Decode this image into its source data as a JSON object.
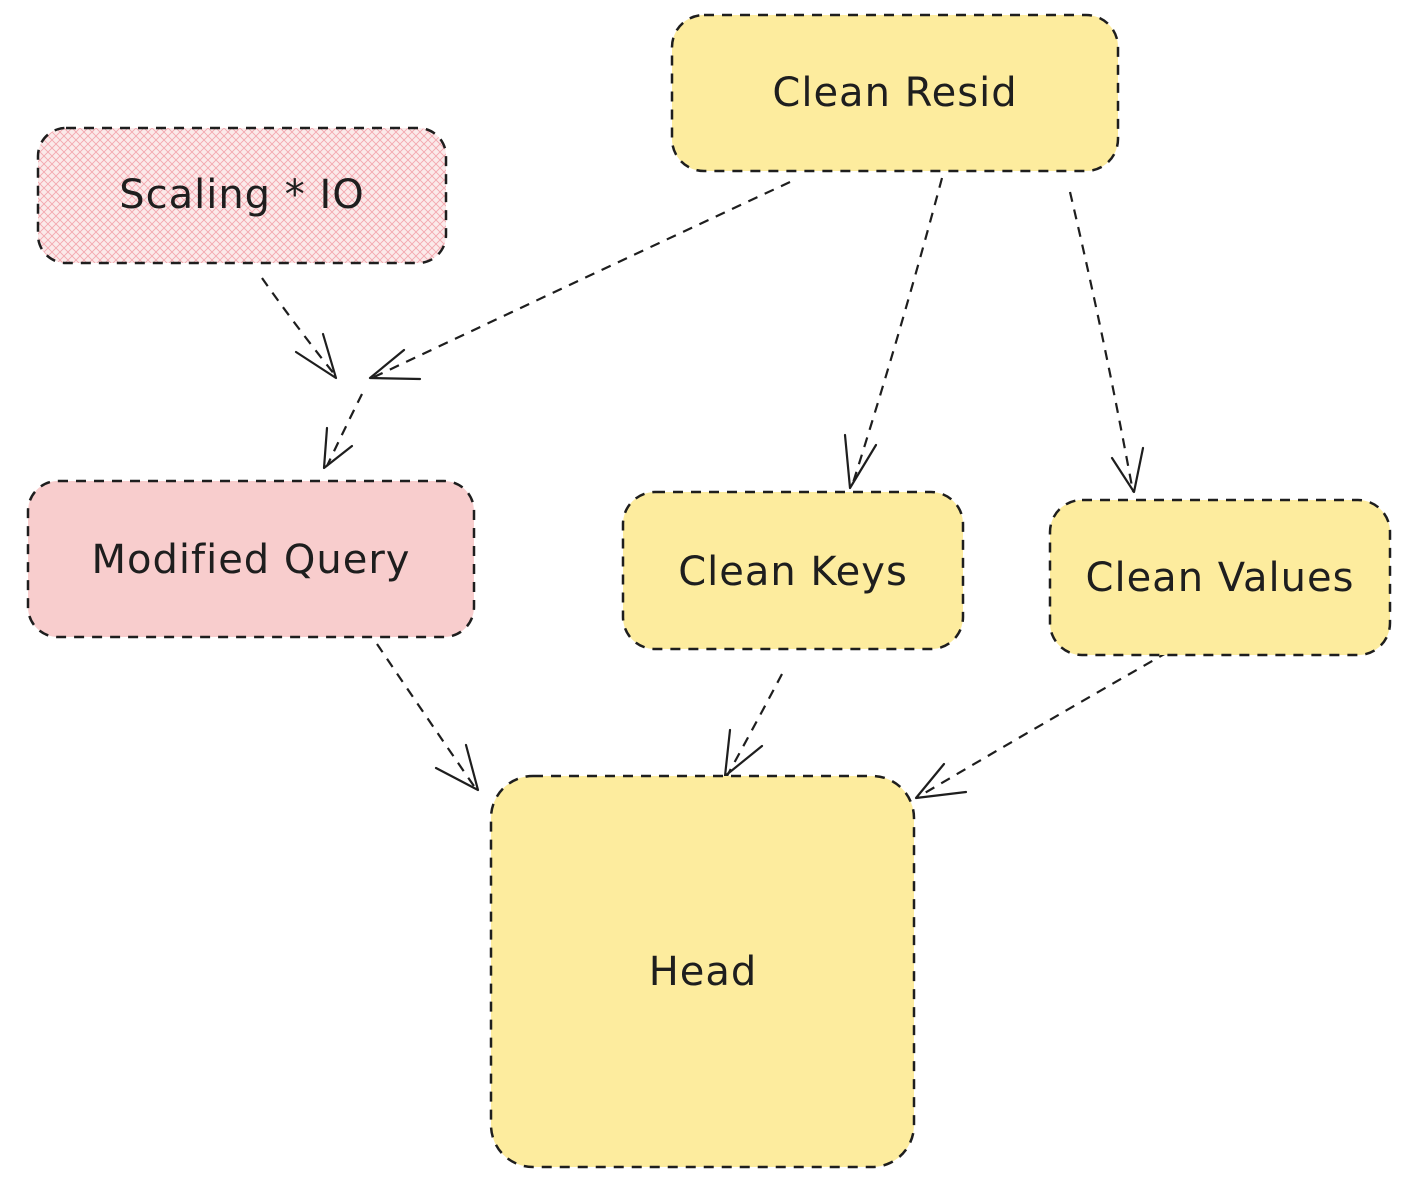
{
  "colors": {
    "yellow": "#fdec9e",
    "pink": "#f8cdcd",
    "hatch": "#f3a7ae",
    "stroke": "#1e1e1e",
    "text": "#1e1e1e"
  },
  "nodes": {
    "clean_resid": {
      "label": "Clean Resid",
      "fill": "yellow"
    },
    "scaling_io": {
      "label": "Scaling * IO",
      "fill": "hatched-pink"
    },
    "modified_query": {
      "label": "Modified Query",
      "fill": "pink"
    },
    "clean_keys": {
      "label": "Clean Keys",
      "fill": "yellow"
    },
    "clean_values": {
      "label": "Clean Values",
      "fill": "yellow"
    },
    "head": {
      "label": "Head",
      "fill": "yellow"
    }
  },
  "edges": [
    {
      "from": "Scaling * IO",
      "to": "Modified Query"
    },
    {
      "from": "Clean Resid",
      "to": "Modified Query"
    },
    {
      "from": "Clean Resid",
      "to": "Clean Keys"
    },
    {
      "from": "Clean Resid",
      "to": "Clean Values"
    },
    {
      "from": "Modified Query",
      "to": "Head"
    },
    {
      "from": "Clean Keys",
      "to": "Head"
    },
    {
      "from": "Clean Values",
      "to": "Head"
    }
  ]
}
